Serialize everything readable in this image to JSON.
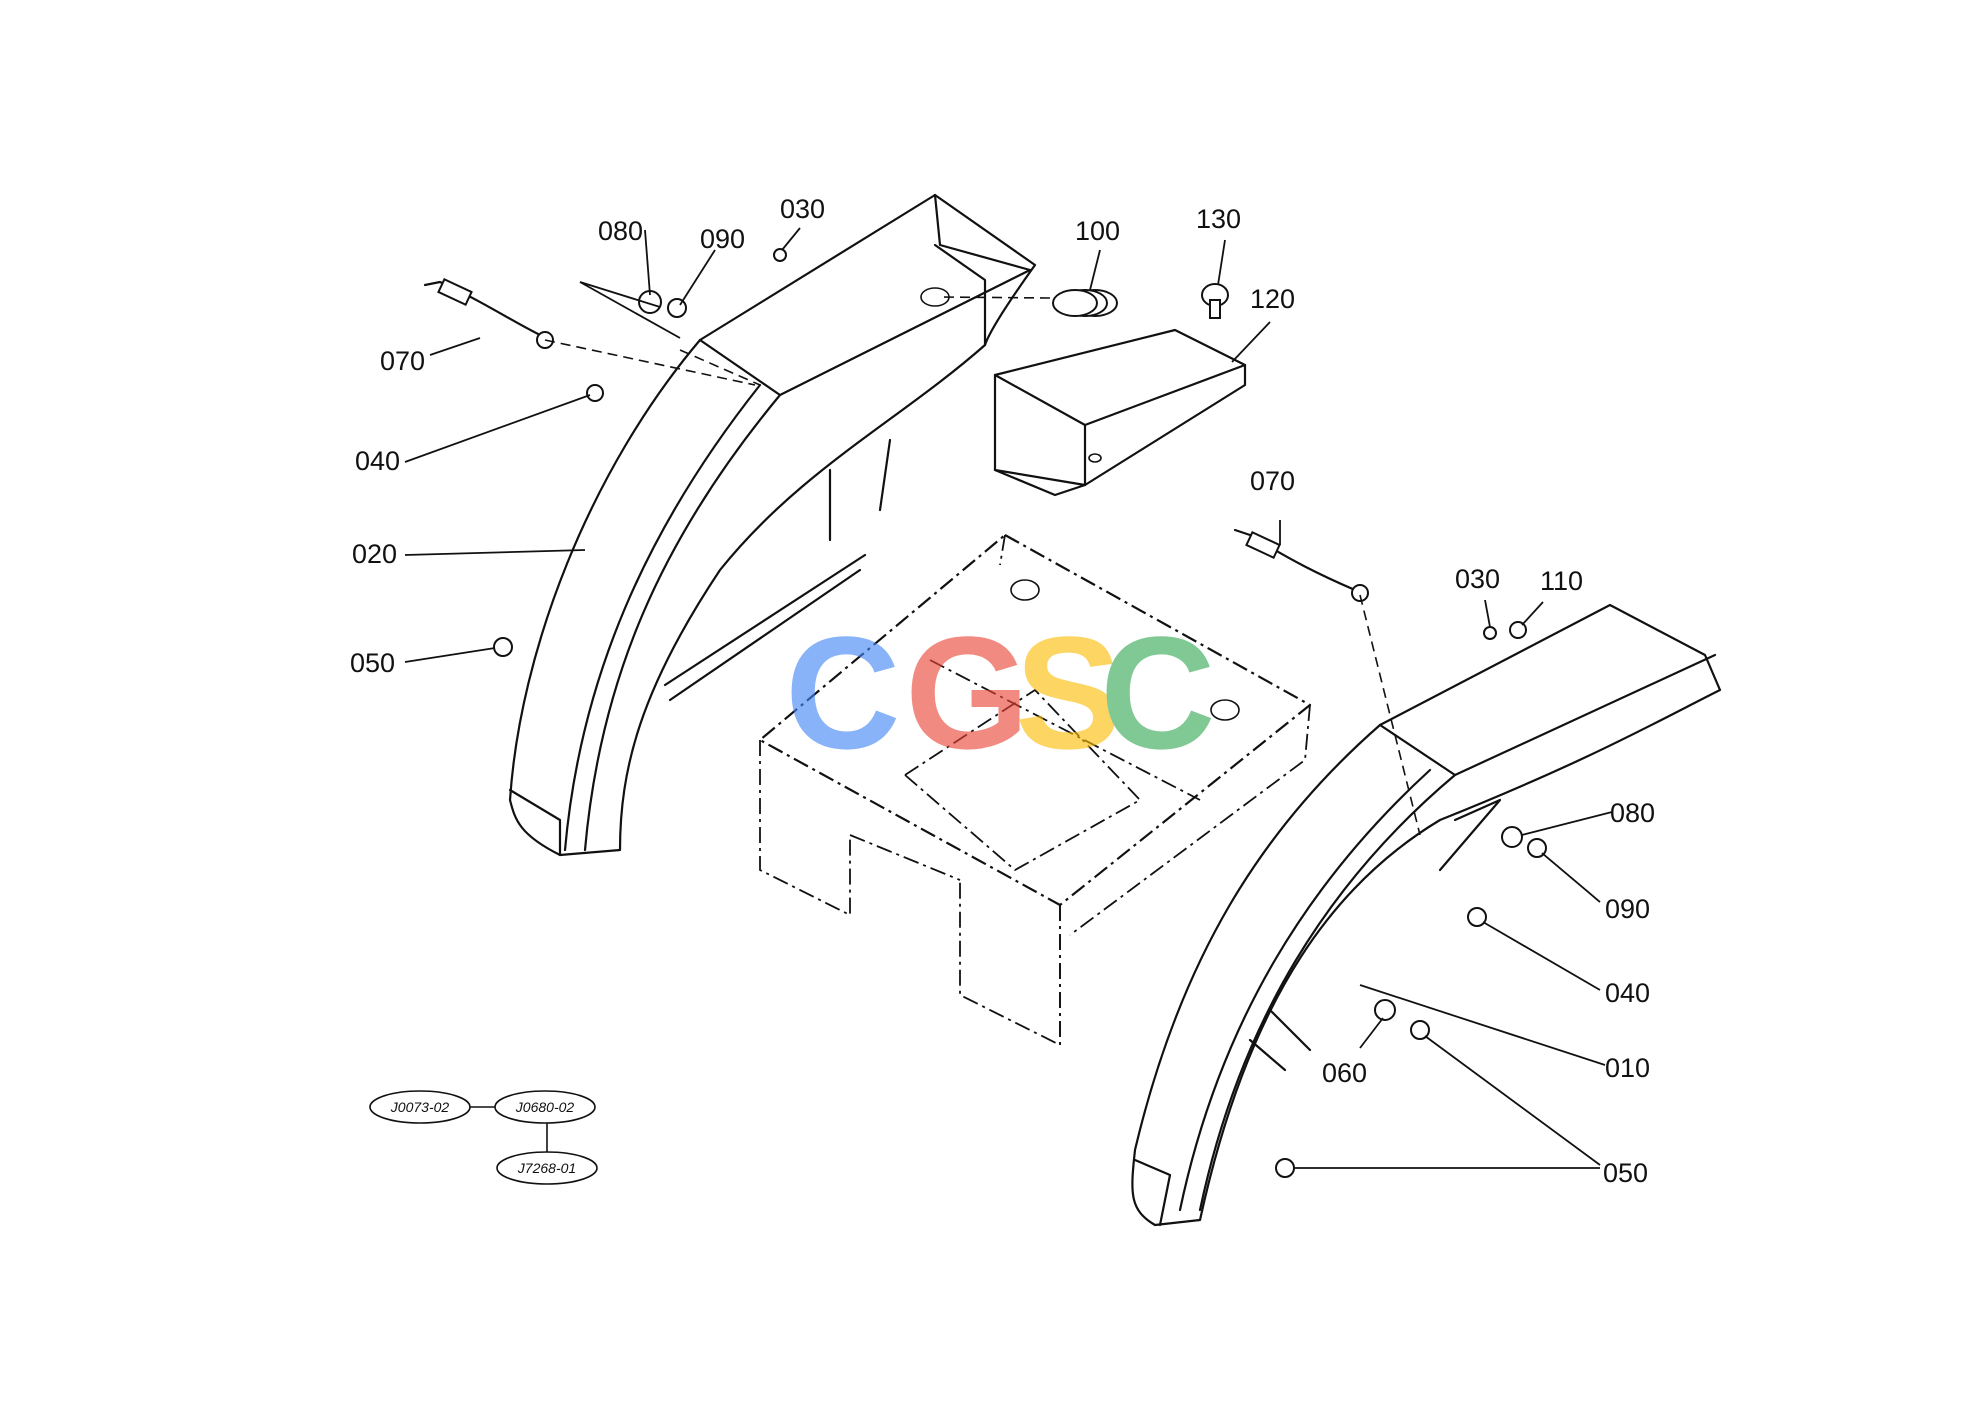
{
  "callouts": {
    "c010": "010",
    "c020": "020",
    "c030_left": "030",
    "c030_right": "030",
    "c040_left": "040",
    "c040_right": "040",
    "c050_left": "050",
    "c050_right": "050",
    "c060": "060",
    "c070_left": "070",
    "c070_right": "070",
    "c080_left": "080",
    "c080_right": "080",
    "c090_left": "090",
    "c090_right": "090",
    "c100": "100",
    "c110": "110",
    "c120": "120",
    "c130": "130"
  },
  "references": {
    "ref1": "J0073-02",
    "ref2": "J0680-02",
    "ref3": "J7268-01"
  },
  "watermark": {
    "letters": [
      "C",
      "G",
      "S",
      "C"
    ],
    "colors": [
      "#4285f4",
      "#ea4335",
      "#fbbc05",
      "#34a853"
    ]
  }
}
